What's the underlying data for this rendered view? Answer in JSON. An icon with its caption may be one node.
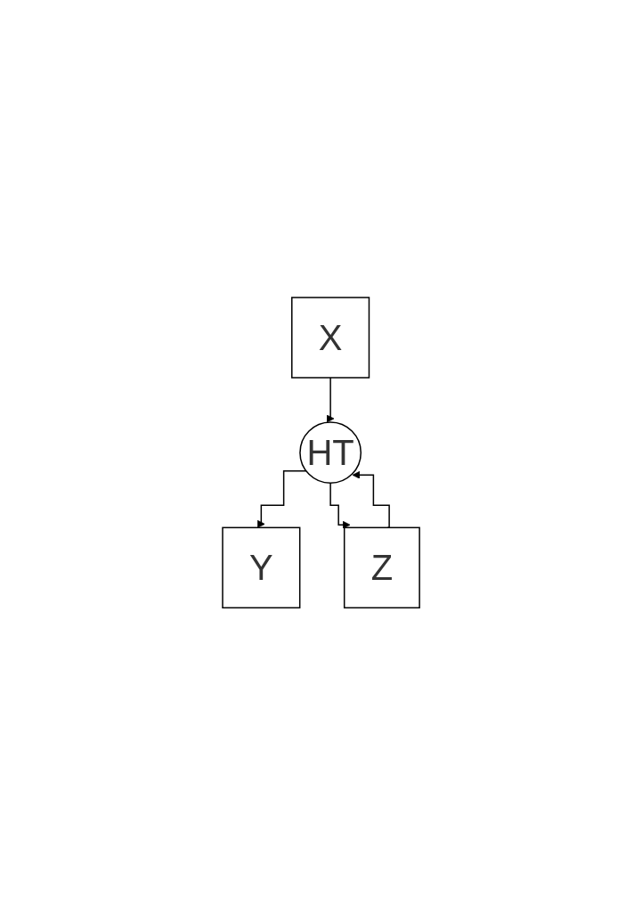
{
  "diagram": {
    "nodes": [
      {
        "text": [
          "X"
        ]
      },
      {
        "text": [
          "HT"
        ]
      },
      {
        "text": [
          "Y"
        ]
      },
      {
        "text": [
          "Z"
        ]
      }
    ],
    "edges": [
      {
        "from": 0,
        "to": 1,
        "arrow": "to"
      },
      {
        "from": 1,
        "to": 2,
        "arrow": "to"
      },
      {
        "from": 1,
        "to": 3,
        "arrow": "to"
      },
      {
        "from": 3,
        "to": 1,
        "arrow": "to"
      }
    ]
  }
}
